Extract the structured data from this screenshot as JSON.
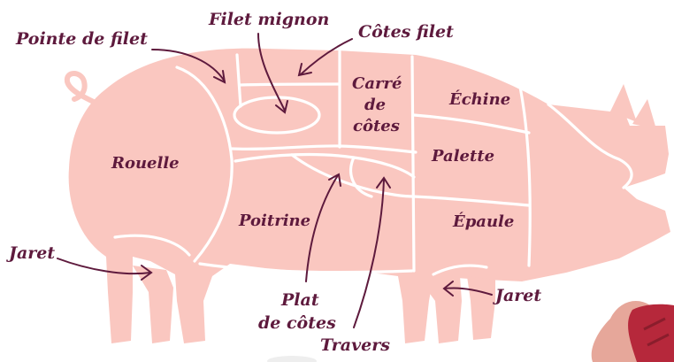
{
  "colors": {
    "body": "#fac7c0",
    "label": "#5e1a3d",
    "cut_lines": "#ffffff",
    "accent_red": "#b6283b"
  },
  "labels": {
    "pointe_de_filet": "Pointe de filet",
    "filet_mignon": "Filet mignon",
    "cotes_filet": "Côtes filet",
    "rouelle": "Rouelle",
    "carre_de_cotes": [
      "Carré",
      "de",
      "côtes"
    ],
    "echine": "Échine",
    "palette": "Palette",
    "poitrine": "Poitrine",
    "epaule": "Épaule",
    "jaret_left": "Jaret",
    "jaret_right": "Jaret",
    "plat_de_cotes": [
      "Plat",
      "de côtes"
    ],
    "travers": "Travers"
  }
}
